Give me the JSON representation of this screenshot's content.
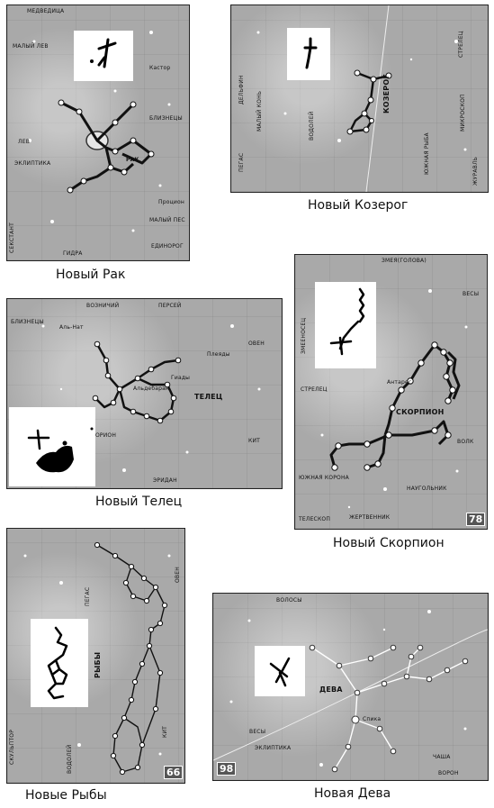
{
  "panels": {
    "rak": {
      "caption": "Новый Рак",
      "labels": {
        "medvedica": "МЕДВЕДИЦА",
        "maly_lev": "МАЛЫЙ ЛЕВ",
        "lev": "ЛЕВ",
        "ekliptika": "ЭКЛИПТИКА",
        "gidra": "ГИДРА",
        "sekstant": "СЕКСТАНТ",
        "rak": "РАК",
        "bliznecy": "БЛИЗНЕЦЫ",
        "kastor": "Кастор",
        "maly_pes": "МАЛЫЙ ПЕС",
        "edinorog": "ЕДИНОРОГ",
        "procion": "Процион"
      }
    },
    "kozerog": {
      "caption": "Новый Козерог",
      "labels": {
        "delfin": "ДЕЛЬФИН",
        "maly_kon": "МАЛЫЙ КОНЬ",
        "vodoley": "ВОДОЛЕЙ",
        "pegas": "ПЕГАС",
        "kozerog": "КОЗЕРОГ",
        "strelec": "СТРЕЛЕЦ",
        "mikroskop": "МИКРОСКОП",
        "yuzhnaya_ryba": "ЮЖНАЯ РЫБА",
        "zhuravl": "ЖУРАВЛЬ"
      }
    },
    "telec": {
      "caption": "Новый Телец",
      "labels": {
        "voznichiy": "ВОЗНИЧИЙ",
        "persey": "ПЕРСЕЙ",
        "bliznecy": "БЛИЗНЕЦЫ",
        "alnat": "Аль-Нат",
        "oven": "ОВЕН",
        "telec": "ТЕЛЕЦ",
        "aldebaran": "Альдебаран",
        "giady": "Гиады",
        "pleyady": "Плеяды",
        "kit": "КИТ",
        "eridan": "ЭРИДАН",
        "orion": "ОРИОН"
      }
    },
    "skorpion": {
      "caption": "Новый Скорпион",
      "number": "78",
      "labels": {
        "zmeya": "ЗМЕЯ(ГОЛОВА)",
        "vesy": "ВЕСЫ",
        "zmeenosec": "ЗМЕЕНОСЕЦ",
        "strelec": "СТРЕЛЕЦ",
        "skorpion": "СКОРПИОН",
        "antares": "Антарес",
        "volk": "ВОЛК",
        "yuzhnaya_korona": "ЮЖНАЯ КОРОНА",
        "naugolnik": "НАУГОЛЬНИК",
        "zhertvennik": "ЖЕРТВЕННИК",
        "telescope": "ТЕЛЕСКОП"
      }
    },
    "ryby": {
      "caption": "Новые Рыбы",
      "number": "66",
      "labels": {
        "pegas": "ПЕГАС",
        "ryby": "РЫБЫ",
        "kit": "КИТ",
        "skulptor": "СКУЛЬПТОР",
        "vodoley": "ВОДОЛЕЙ",
        "oven": "ОВЕН"
      }
    },
    "deva": {
      "caption": "Новая Дева",
      "number": "98",
      "labels": {
        "volosy": "ВОЛОСЫ",
        "deva": "ДЕВА",
        "vesy": "ВЕСЫ",
        "ekliptika": "ЭКЛИПТИКА",
        "vorony": "ВОРОН",
        "spika": "Спика",
        "kratera": "ЧАША"
      }
    }
  }
}
